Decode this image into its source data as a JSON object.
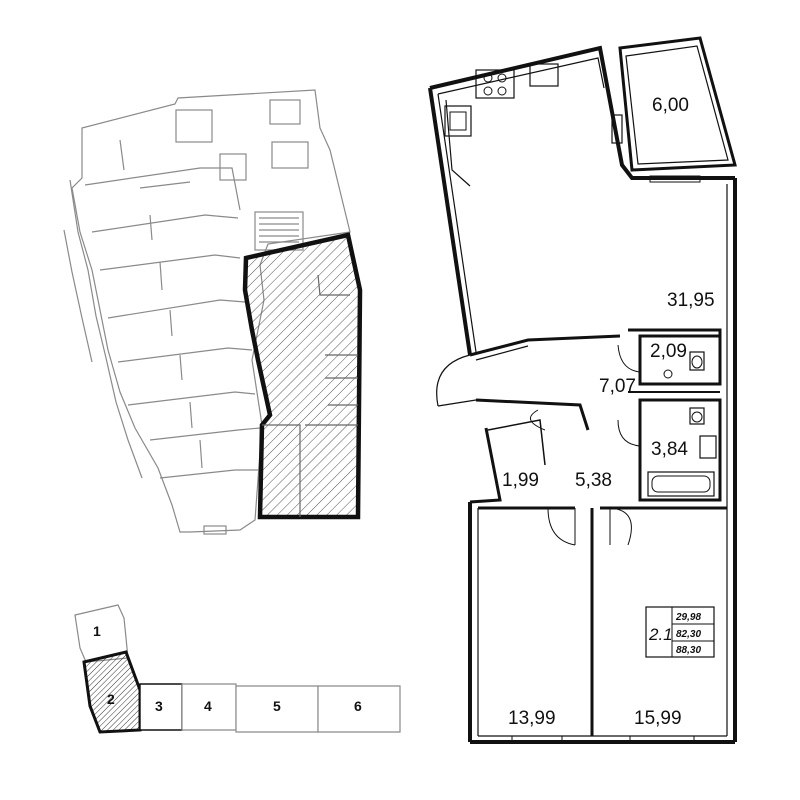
{
  "rooms": {
    "balcony": "6,00",
    "living_kitchen": "31,95",
    "wc": "2,09",
    "hall": "7,07",
    "bathroom": "3,84",
    "storage": "1,99",
    "corridor": "5,38",
    "bedroom_left": "13,99",
    "bedroom_right": "15,99"
  },
  "apartment_badge": {
    "label": "2.1",
    "living_area": "29,98",
    "total_area": "82,30",
    "total_area_with_balcony": "88,30"
  },
  "site_plan": {
    "sections": [
      "1",
      "2",
      "3",
      "4",
      "5",
      "6"
    ],
    "selected_section": "2"
  },
  "colors": {
    "line": "#111111",
    "thin_line": "#8a8a8a",
    "background": "#ffffff"
  }
}
